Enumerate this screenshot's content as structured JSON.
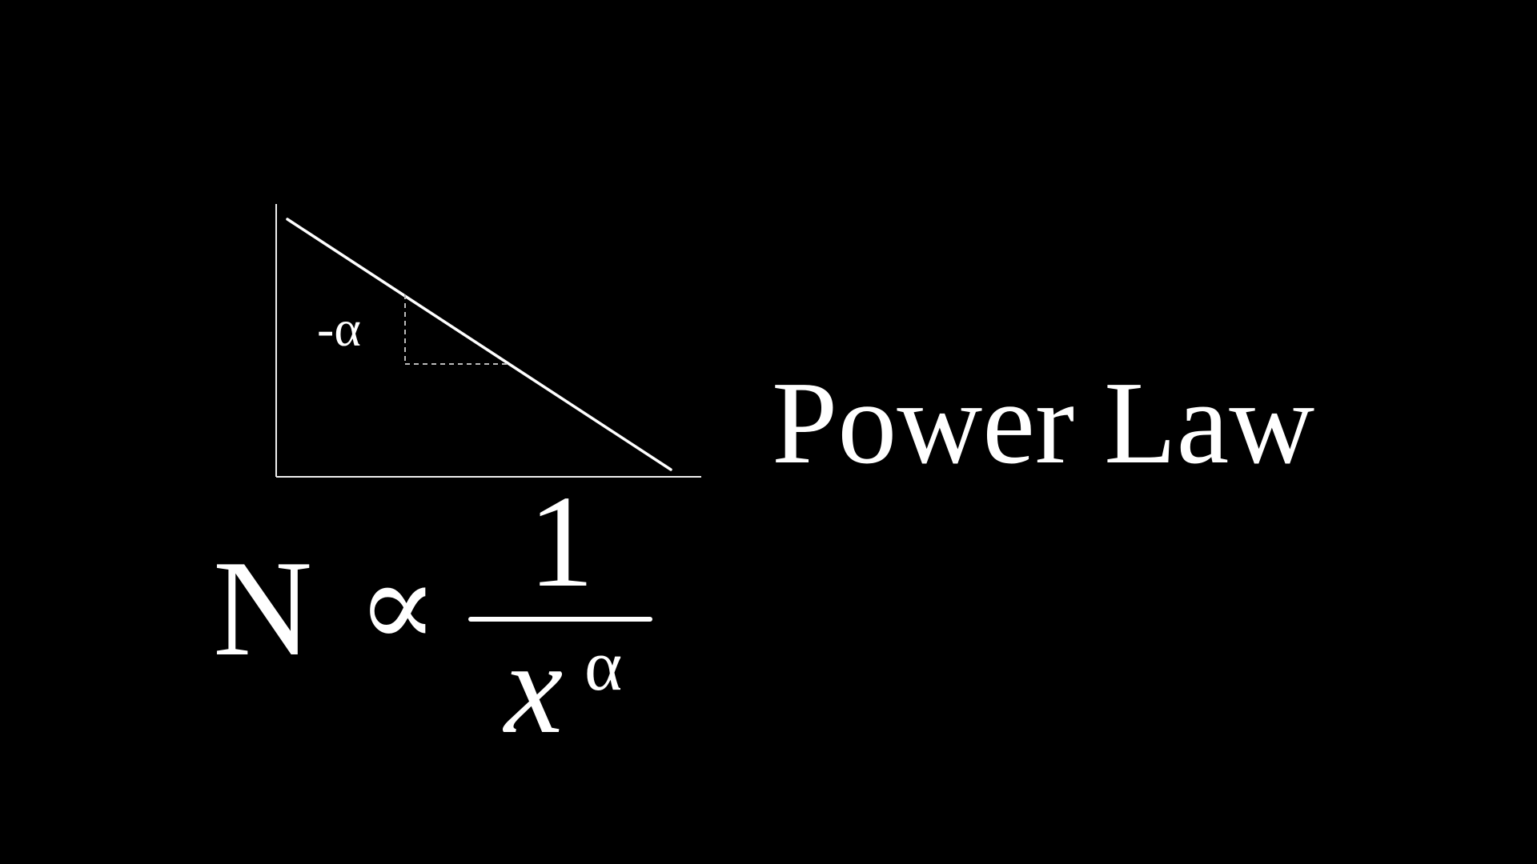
{
  "diagram": {
    "slope_label": "-α",
    "title": "Power Law",
    "formula": {
      "lhs": "N",
      "relation": "∝",
      "numerator": "1",
      "denominator_base": "x",
      "denominator_exponent": "α"
    }
  },
  "colors": {
    "background": "#000000",
    "foreground": "#ffffff",
    "dashed": "#bbbbbb"
  }
}
